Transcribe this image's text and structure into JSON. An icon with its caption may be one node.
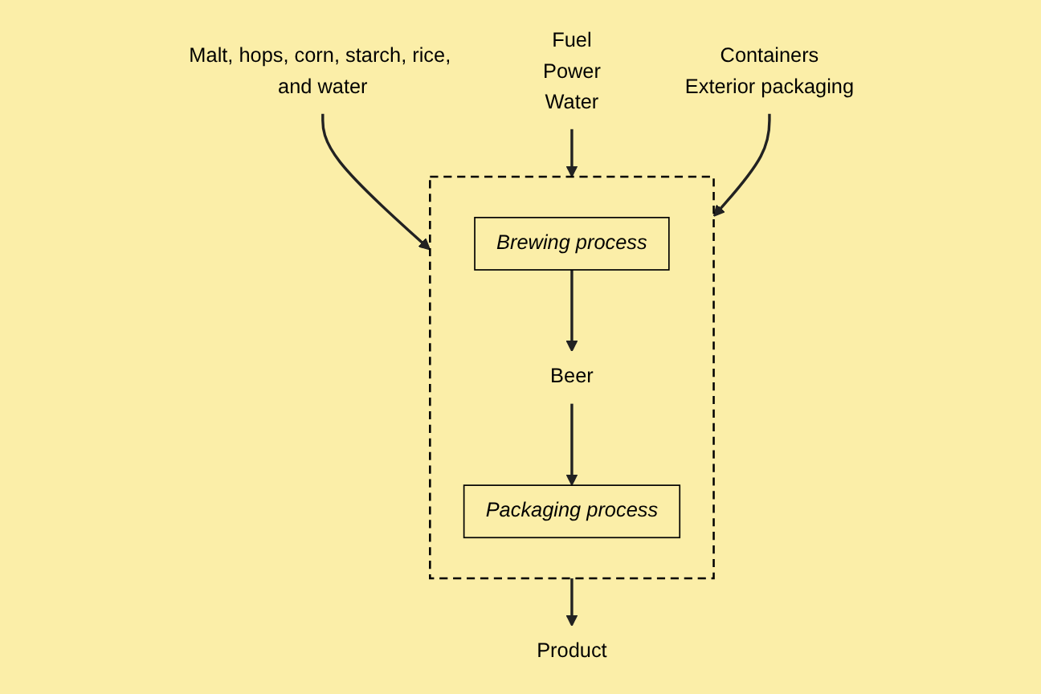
{
  "diagram": {
    "nodes": [
      {
        "text": [
          "Malt, hops, corn, starch, rice, and water"
        ]
      },
      {
        "text": [],
        "shape": "box"
      },
      {
        "text": [
          "Brewing process"
        ],
        "in": 1
      },
      {
        "text": [
          "Beer"
        ],
        "in": 1
      },
      {
        "text": [
          "Packaging process"
        ],
        "in": 1
      },
      {
        "text": [
          "Fuel",
          "Power",
          "Water"
        ]
      },
      {
        "text": [
          "Containers",
          "Exterior packaging"
        ]
      },
      {
        "text": [
          "Product"
        ]
      }
    ],
    "edges": [
      {
        "from": 0,
        "to": 1,
        "arrow": "to"
      },
      {
        "from": 2,
        "to": 3,
        "arrow": "to"
      },
      {
        "from": 3,
        "to": 4,
        "arrow": "to"
      },
      {
        "from": 5,
        "to": 1,
        "arrow": "to"
      },
      {
        "from": 6,
        "to": 1,
        "arrow": "to"
      },
      {
        "from": 1,
        "to": 7,
        "arrow": "to"
      }
    ]
  }
}
